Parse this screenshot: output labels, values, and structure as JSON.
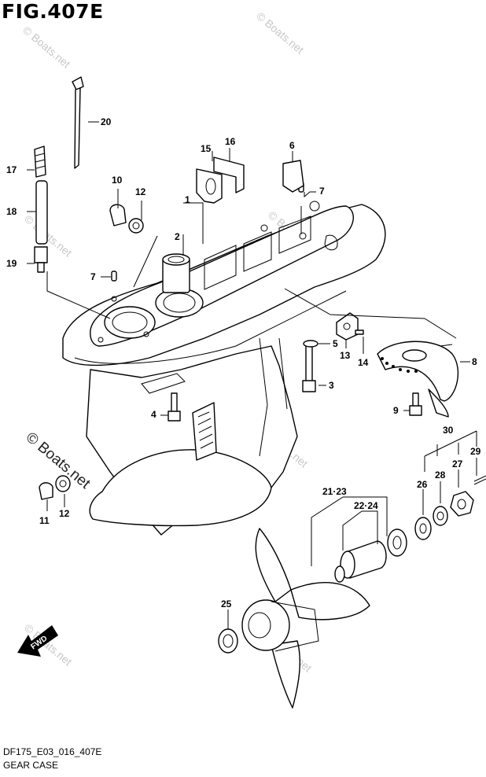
{
  "figure": {
    "title": "FIG.407E",
    "code": "DF175_E03_016_407E",
    "caption": "GEAR CASE"
  },
  "watermark": {
    "small": "© Boats.net",
    "large": "© Boats.net"
  },
  "direction_arrow": {
    "label": "FWD"
  },
  "callouts": [
    {
      "id": "c1",
      "label": "1"
    },
    {
      "id": "c2",
      "label": "2"
    },
    {
      "id": "c3",
      "label": "3"
    },
    {
      "id": "c4",
      "label": "4"
    },
    {
      "id": "c5",
      "label": "5"
    },
    {
      "id": "c6",
      "label": "6"
    },
    {
      "id": "c7a",
      "label": "7"
    },
    {
      "id": "c7b",
      "label": "7"
    },
    {
      "id": "c8",
      "label": "8"
    },
    {
      "id": "c9",
      "label": "9"
    },
    {
      "id": "c10",
      "label": "10"
    },
    {
      "id": "c11",
      "label": "11"
    },
    {
      "id": "c12a",
      "label": "12"
    },
    {
      "id": "c12b",
      "label": "12"
    },
    {
      "id": "c13",
      "label": "13"
    },
    {
      "id": "c14",
      "label": "14"
    },
    {
      "id": "c15",
      "label": "15"
    },
    {
      "id": "c16",
      "label": "16"
    },
    {
      "id": "c17",
      "label": "17"
    },
    {
      "id": "c18",
      "label": "18"
    },
    {
      "id": "c19",
      "label": "19"
    },
    {
      "id": "c20",
      "label": "20"
    },
    {
      "id": "c2123",
      "label": "21·23"
    },
    {
      "id": "c2224",
      "label": "22·24"
    },
    {
      "id": "c25",
      "label": "25"
    },
    {
      "id": "c26",
      "label": "26"
    },
    {
      "id": "c27",
      "label": "27"
    },
    {
      "id": "c28",
      "label": "28"
    },
    {
      "id": "c29",
      "label": "29"
    },
    {
      "id": "c30",
      "label": "30"
    }
  ]
}
